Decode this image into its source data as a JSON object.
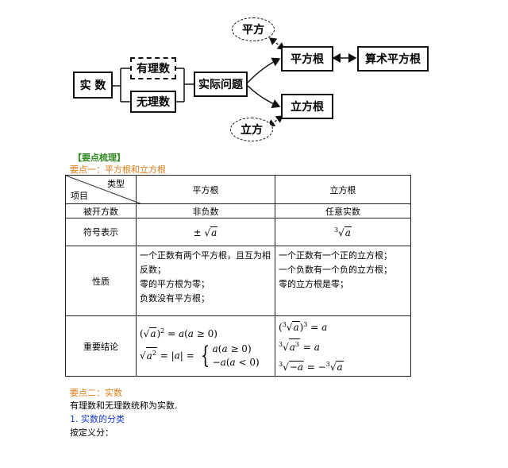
{
  "diagram": {
    "nodes": {
      "real_numbers": "实  数",
      "rational": "有理数",
      "irrational": "无理数",
      "practical": "实际问题",
      "square_root": "平方根",
      "cube_root": "立方根",
      "arith_root": "算术平方根",
      "square": "平方",
      "cube": "立方"
    }
  },
  "section": {
    "heading": "【要点梳理】",
    "point1": "要点一：平方根和立方根"
  },
  "table": {
    "diag_top": "类型",
    "diag_bottom": "项目",
    "col_square": "平方根",
    "col_cube": "立方根",
    "rows": [
      {
        "label": "被开方数",
        "square": "非负数",
        "cube": "任意实数"
      },
      {
        "label": "符号表示",
        "square": "±√a",
        "cube": "∛a"
      },
      {
        "label": "性质",
        "square_lines": [
          "一个正数有两个平方根，且互为相反数；",
          "零的平方根为零；",
          "负数没有平方根；"
        ],
        "cube_lines": [
          "一个正数有一个正的立方根；",
          "一个负数有一个负的立方根；",
          "零的立方根是零；"
        ]
      },
      {
        "label": "重要结论"
      }
    ]
  },
  "point2": {
    "heading": "要点二：实数",
    "text": "有理数和无理数统称为实数.",
    "sub_heading": "1. 实数的分类",
    "sub_text": "按定义分："
  }
}
